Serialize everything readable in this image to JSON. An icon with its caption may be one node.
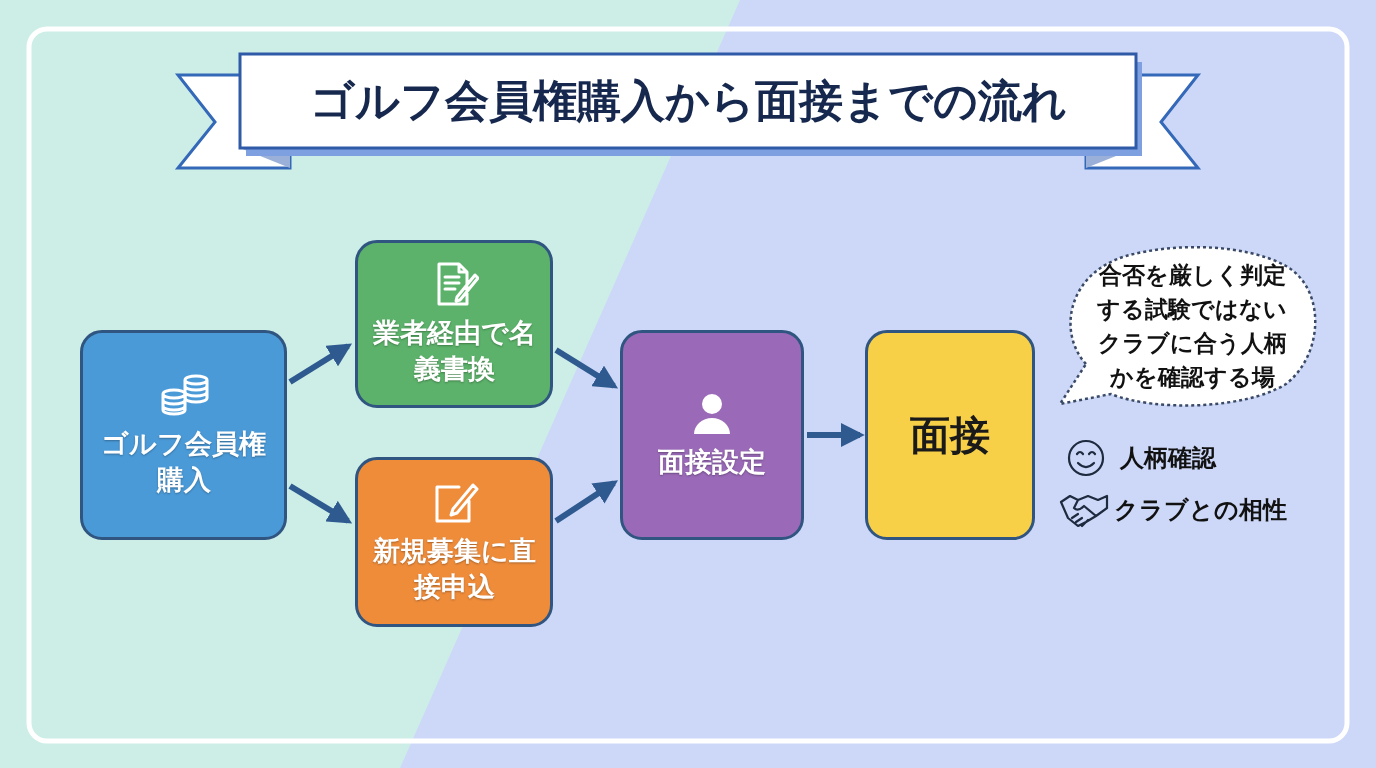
{
  "diagram": {
    "title": "ゴルフ会員権購入から面接までの流れ",
    "nodes": [
      {
        "text": [
          "ゴルフ会員権購入"
        ]
      },
      {
        "text": [
          "業者経由で名義書換"
        ]
      },
      {
        "text": [
          "新規募集に直接申込"
        ]
      },
      {
        "text": [
          "面接設定"
        ]
      },
      {
        "text": [
          "面接"
        ]
      },
      {
        "text": [
          "合否を厳しく判定する試験ではない",
          "クラブに合う人柄かを確認する場"
        ]
      }
    ],
    "edges": [
      {
        "from": 0,
        "to": 1,
        "arrow": "to"
      },
      {
        "from": 0,
        "to": 2,
        "arrow": "to"
      },
      {
        "from": 1,
        "to": 3,
        "arrow": "to"
      },
      {
        "from": 2,
        "to": 3,
        "arrow": "to"
      },
      {
        "from": 3,
        "to": 4,
        "arrow": "to"
      }
    ],
    "labels": [
      "人柄確認",
      "クラブとの相性"
    ]
  }
}
